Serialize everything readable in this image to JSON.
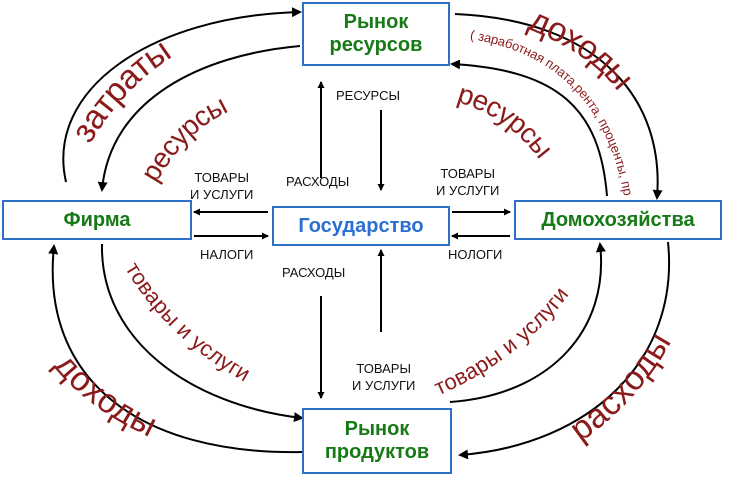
{
  "nodes": {
    "resource_market": {
      "line1": "Рынок",
      "line2": "ресурсов"
    },
    "product_market": {
      "line1": "Рынок",
      "line2": "продуктов"
    },
    "firm": {
      "label": "Фирма"
    },
    "households": {
      "label": "Домохозяйства"
    },
    "government": {
      "label": "Государство"
    }
  },
  "outer_flows": {
    "costs": "затраты",
    "income_top": "доходы",
    "income_bottom": "доходы",
    "expenses": "расходы"
  },
  "inner_flows": {
    "resources_left": "ресурсы",
    "resources_right": "ресурсы",
    "income_detail": "( заработная плата,рента, проценты, прибыль )",
    "goods_left": "товары и услуги",
    "goods_right": "товары и услуги"
  },
  "government_flows": {
    "resources": "РЕСУРСЫ",
    "spending_top": "РАСХОДЫ",
    "spending_bottom": "РАСХОДЫ",
    "firm_goods_line1": "ТОВАРЫ",
    "firm_goods_line2": "И УСЛУГИ",
    "hh_goods_line1": "ТОВАРЫ",
    "hh_goods_line2": "И УСЛУГИ",
    "bottom_goods_line1": "ТОВАРЫ",
    "bottom_goods_line2": "И УСЛУГИ",
    "taxes": "НАЛОГИ",
    "taxes_hh": "НОЛОГИ"
  },
  "colors": {
    "box_border": "#2f6fc8",
    "green_text": "#177a17",
    "blue_text": "#2a6fd1",
    "flow_text": "#8b1a1a",
    "arrow": "#000000"
  }
}
